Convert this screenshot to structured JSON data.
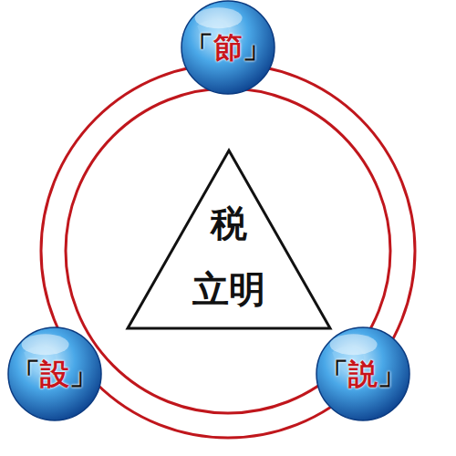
{
  "diagram": {
    "nodes": [
      {
        "text": [
          "「節」"
        ]
      },
      {
        "text": [
          "税 立明"
        ]
      },
      {
        "text": [
          "「設」"
        ]
      },
      {
        "text": [
          "「説」"
        ]
      }
    ]
  }
}
